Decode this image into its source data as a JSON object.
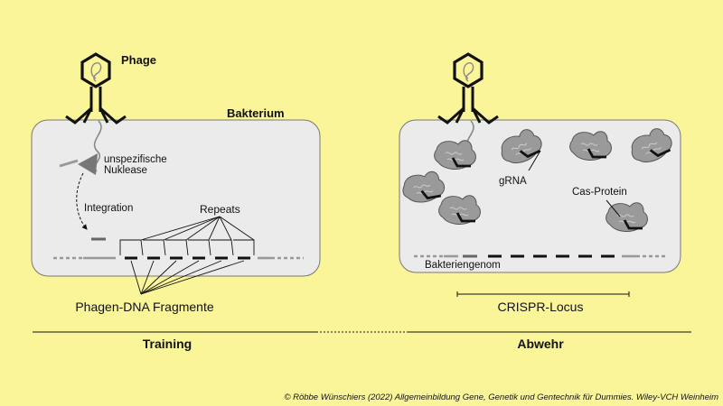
{
  "colors": {
    "background": "#fbf59a",
    "cell": "#ebebeb",
    "cell_border": "#777777",
    "protein": "#9a9a9a",
    "dna_dark": "#111111",
    "dna_gray": "#8a8a8a"
  },
  "icons": [
    "phage-icon",
    "nuclease-icon",
    "cas-protein-icon"
  ],
  "left_panel": {
    "phage_label": "Phage",
    "bacterium_label": "Bakterium",
    "nuclease_label_line1": "unspezifische",
    "nuclease_label_line2": "Nuklease",
    "integration_label": "Integration",
    "repeats_label": "Repeats",
    "fragments_label": "Phagen-DNA Fragmente",
    "caption": "Training"
  },
  "right_panel": {
    "grna_label": "gRNA",
    "cas_label": "Cas-Protein",
    "genome_label": "Bakteriengenom",
    "locus_label": "CRISPR-Locus",
    "caption": "Abwehr"
  },
  "copyright": "© Röbbe Wünschiers (2022) Allgemeinbildung Gene, Genetik und Gentechnik für Dummies. Wiley-VCH Weinheim"
}
